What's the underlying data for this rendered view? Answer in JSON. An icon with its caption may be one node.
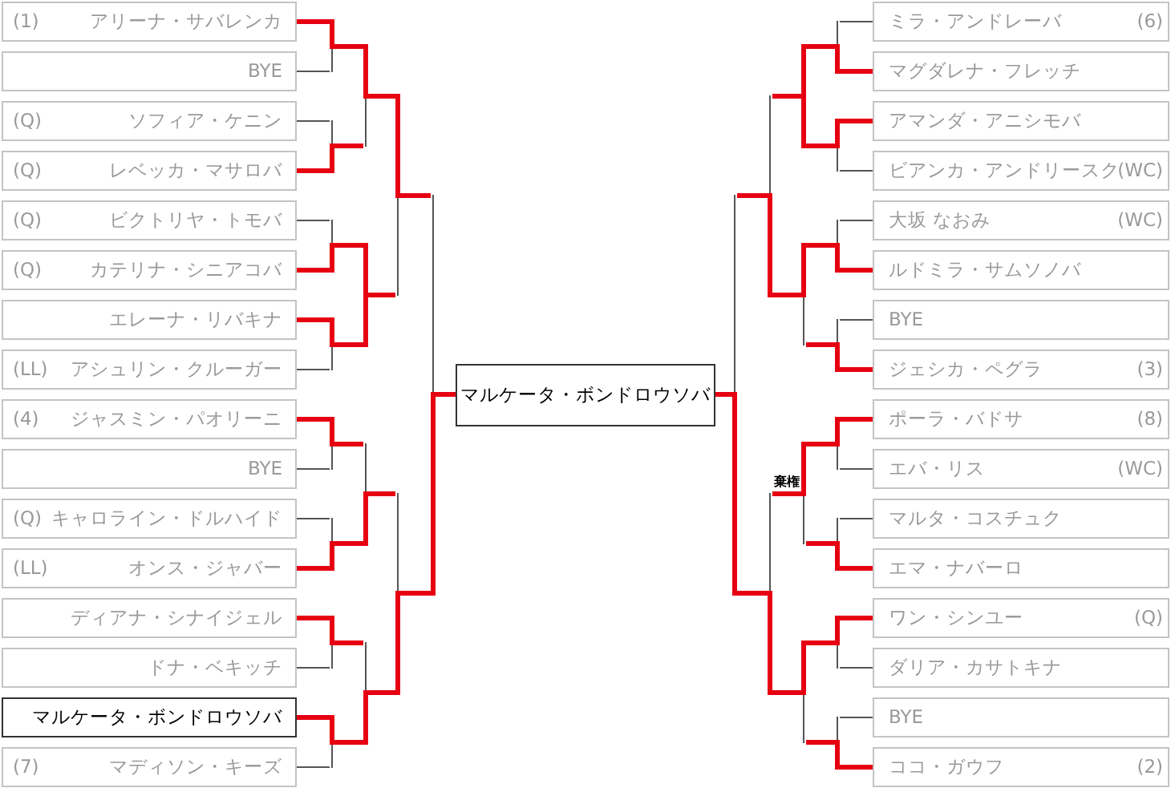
{
  "diagram": {
    "nodes": [
      {
        "text": [
          "(1)",
          "アリーナ・サバレンカ"
        ]
      },
      {
        "text": [
          "BYE"
        ]
      },
      {
        "text": [
          "(Q)",
          "ソフィア・ケニン"
        ]
      },
      {
        "text": [
          "(Q)",
          "レベッカ・マサロバ"
        ]
      },
      {
        "text": [
          "(Q)",
          "ビクトリヤ・トモバ"
        ]
      },
      {
        "text": [
          "(Q)",
          "カテリナ・シニアコバ"
        ]
      },
      {
        "text": [
          "エレーナ・リバキナ"
        ]
      },
      {
        "text": [
          "(LL)",
          "アシュリン・クルーガー"
        ]
      },
      {
        "text": [
          "(4)",
          "ジャスミン・パオリーニ"
        ]
      },
      {
        "text": [
          "BYE"
        ]
      },
      {
        "text": [
          "(Q)",
          "キャロライン・ドルハイド"
        ]
      },
      {
        "text": [
          "(LL)",
          "オンス・ジャバー"
        ]
      },
      {
        "text": [
          "ディアナ・シナイジェル"
        ]
      },
      {
        "text": [
          "ドナ・ベキッチ"
        ]
      },
      {
        "text": [
          "マルケータ・ボンドロウソバ"
        ]
      },
      {
        "text": [
          "(7)",
          "マディソン・キーズ"
        ]
      },
      {
        "text": [
          "マルケータ・ボンドロウソバ"
        ]
      },
      {
        "text": [
          "ミラ・アンドレーバ",
          "(6)"
        ]
      },
      {
        "text": [
          "マグダレナ・フレッチ"
        ]
      },
      {
        "text": [
          "アマンダ・アニシモバ"
        ]
      },
      {
        "text": [
          "ビアンカ・アンドリースク",
          "(WC)"
        ]
      },
      {
        "text": [
          "大坂 なおみ",
          "(WC)"
        ]
      },
      {
        "text": [
          "ルドミラ・サムソノバ"
        ]
      },
      {
        "text": [
          "BYE"
        ]
      },
      {
        "text": [
          "ジェシカ・ペグラ",
          "(3)"
        ]
      },
      {
        "text": [
          "ポーラ・バドサ",
          "(8)"
        ]
      },
      {
        "text": [
          "エバ・リス",
          "(WC)"
        ]
      },
      {
        "text": [
          "マルタ・コスチュク"
        ]
      },
      {
        "text": [
          "エマ・ナバーロ"
        ]
      },
      {
        "text": [
          "ワン・シンユー",
          "(Q)"
        ]
      },
      {
        "text": [
          "ダリア・カサトキナ"
        ]
      },
      {
        "text": [
          "BYE"
        ]
      },
      {
        "text": [
          "ココ・ガウフ",
          "(2)"
        ]
      },
      {
        "text": [],
        "shape": "bar"
      },
      {
        "text": [],
        "shape": "bar"
      },
      {
        "text": [],
        "shape": "bar"
      },
      {
        "text": [],
        "shape": "bar"
      },
      {
        "text": [],
        "shape": "bar"
      },
      {
        "text": [],
        "shape": "bar"
      },
      {
        "text": [],
        "shape": "bar"
      },
      {
        "text": [],
        "shape": "bar"
      },
      {
        "text": [],
        "shape": "bar"
      },
      {
        "text": [],
        "shape": "bar"
      },
      {
        "text": [],
        "shape": "bar"
      },
      {
        "text": [],
        "shape": "bar"
      },
      {
        "text": [],
        "shape": "bar"
      },
      {
        "text": [],
        "shape": "bar"
      },
      {
        "text": [],
        "shape": "bar"
      },
      {
        "text": [],
        "shape": "bar"
      },
      {
        "text": [],
        "shape": "bar"
      },
      {
        "text": [],
        "shape": "bar"
      },
      {
        "text": [],
        "shape": "bar"
      },
      {
        "text": [],
        "shape": "bar"
      },
      {
        "text": [],
        "shape": "bar"
      },
      {
        "text": [],
        "shape": "bar"
      },
      {
        "text": [],
        "shape": "bar"
      },
      {
        "text": [],
        "shape": "bar"
      },
      {
        "text": [],
        "shape": "bar"
      },
      {
        "text": [],
        "shape": "bar"
      },
      {
        "text": [],
        "shape": "bar"
      },
      {
        "text": [],
        "shape": "bar"
      },
      {
        "text": [],
        "shape": "bar"
      },
      {
        "text": [],
        "shape": "bar"
      }
    ],
    "edges": [
      {
        "from": 0,
        "to": 33,
        "arrow": "none"
      },
      {
        "from": 1,
        "to": 33,
        "arrow": "none",
        "color": "#555555"
      },
      {
        "from": 2,
        "to": 34,
        "arrow": "none",
        "color": "#555555"
      },
      {
        "from": 3,
        "to": 34,
        "arrow": "none"
      },
      {
        "from": 4,
        "to": 35,
        "arrow": "none",
        "color": "#555555"
      },
      {
        "from": 5,
        "to": 35,
        "arrow": "none"
      },
      {
        "from": 6,
        "to": 36,
        "arrow": "none"
      },
      {
        "from": 7,
        "to": 36,
        "arrow": "none",
        "color": "#555555"
      },
      {
        "from": 8,
        "to": 37,
        "arrow": "none"
      },
      {
        "from": 9,
        "to": 37,
        "arrow": "none",
        "color": "#555555"
      },
      {
        "from": 10,
        "to": 38,
        "arrow": "none",
        "color": "#555555"
      },
      {
        "from": 11,
        "to": 38,
        "arrow": "none"
      },
      {
        "from": 12,
        "to": 39,
        "arrow": "none"
      },
      {
        "from": 13,
        "to": 39,
        "arrow": "none",
        "color": "#555555"
      },
      {
        "from": 14,
        "to": 40,
        "arrow": "none"
      },
      {
        "from": 15,
        "to": 40,
        "arrow": "none",
        "color": "#555555"
      },
      {
        "from": 33,
        "to": 41,
        "arrow": "none"
      },
      {
        "from": 34,
        "to": 41,
        "arrow": "none"
      },
      {
        "from": 35,
        "to": 42,
        "arrow": "none"
      },
      {
        "from": 36,
        "to": 42,
        "arrow": "none"
      },
      {
        "from": 37,
        "to": 43,
        "arrow": "none"
      },
      {
        "from": 38,
        "to": 43,
        "arrow": "none"
      },
      {
        "from": 39,
        "to": 44,
        "arrow": "none"
      },
      {
        "from": 40,
        "to": 44,
        "arrow": "none"
      },
      {
        "from": 41,
        "to": 45,
        "arrow": "none"
      },
      {
        "from": 42,
        "to": 45,
        "arrow": "none"
      },
      {
        "from": 43,
        "to": 46,
        "arrow": "none"
      },
      {
        "from": 44,
        "to": 46,
        "arrow": "none"
      },
      {
        "from": 45,
        "to": 47,
        "arrow": "none"
      },
      {
        "from": 46,
        "to": 47,
        "arrow": "none"
      },
      {
        "from": 47,
        "to": 16,
        "arrow": "none"
      },
      {
        "from": 17,
        "to": 48,
        "arrow": "none",
        "color": "#555555"
      },
      {
        "from": 18,
        "to": 48,
        "arrow": "none"
      },
      {
        "from": 19,
        "to": 49,
        "arrow": "none"
      },
      {
        "from": 20,
        "to": 49,
        "arrow": "none",
        "color": "#555555"
      },
      {
        "from": 21,
        "to": 50,
        "arrow": "none",
        "color": "#555555"
      },
      {
        "from": 22,
        "to": 50,
        "arrow": "none"
      },
      {
        "from": 23,
        "to": 51,
        "arrow": "none",
        "color": "#555555"
      },
      {
        "from": 24,
        "to": 51,
        "arrow": "none"
      },
      {
        "from": 25,
        "to": 52,
        "arrow": "none"
      },
      {
        "from": 26,
        "to": 52,
        "arrow": "none",
        "color": "#555555"
      },
      {
        "from": 27,
        "to": 53,
        "arrow": "none",
        "color": "#555555"
      },
      {
        "from": 28,
        "to": 53,
        "arrow": "none"
      },
      {
        "from": 29,
        "to": 54,
        "arrow": "none"
      },
      {
        "from": 30,
        "to": 54,
        "arrow": "none",
        "color": "#555555"
      },
      {
        "from": 31,
        "to": 55,
        "arrow": "none",
        "color": "#555555"
      },
      {
        "from": 32,
        "to": 55,
        "arrow": "none"
      },
      {
        "from": 48,
        "to": 56,
        "arrow": "none"
      },
      {
        "from": 49,
        "to": 56,
        "arrow": "none"
      },
      {
        "from": 50,
        "to": 57,
        "arrow": "none"
      },
      {
        "from": 51,
        "to": 57,
        "arrow": "none"
      },
      {
        "from": 52,
        "to": 58,
        "arrow": "none"
      },
      {
        "from": 53,
        "to": 58,
        "arrow": "none"
      },
      {
        "from": 54,
        "to": 59,
        "arrow": "none"
      },
      {
        "from": 55,
        "to": 59,
        "arrow": "none"
      },
      {
        "from": 56,
        "to": 60,
        "arrow": "none"
      },
      {
        "from": 57,
        "to": 60,
        "arrow": "none"
      },
      {
        "from": 58,
        "to": 61,
        "arrow": "none",
        "label": "棄権"
      },
      {
        "from": 59,
        "to": 61,
        "arrow": "none"
      },
      {
        "from": 60,
        "to": 62,
        "arrow": "none"
      },
      {
        "from": 61,
        "to": 62,
        "arrow": "none"
      },
      {
        "from": 62,
        "to": 16,
        "arrow": "none"
      }
    ]
  }
}
